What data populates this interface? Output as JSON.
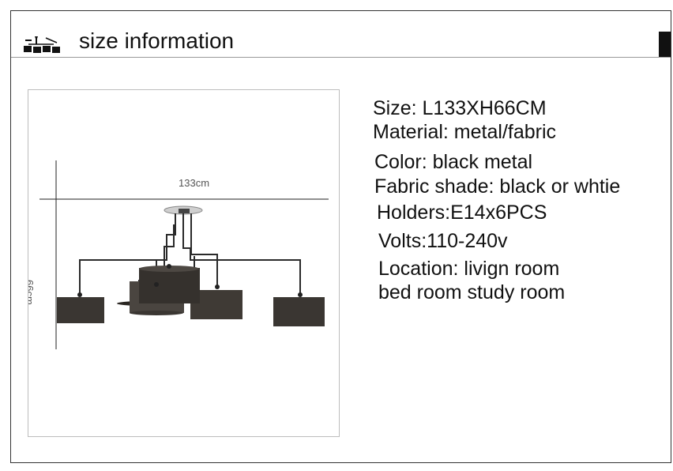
{
  "header": {
    "title": "size information",
    "icon": "chandelier-icon"
  },
  "product_image": {
    "width_label": "133cm",
    "height_label": "66cm"
  },
  "specs": [
    "Size: L133XH66CM",
    "Material: metal/fabric",
    "Color: black metal",
    "Fabric shade: black or whtie",
    "Holders:E14x6PCS",
    "Volts:110-240v",
    "Location: livign room",
    "bed room study room"
  ],
  "colors": {
    "accent": "#111111",
    "divider": "#9a9a9a",
    "shade": "#3a3632"
  }
}
